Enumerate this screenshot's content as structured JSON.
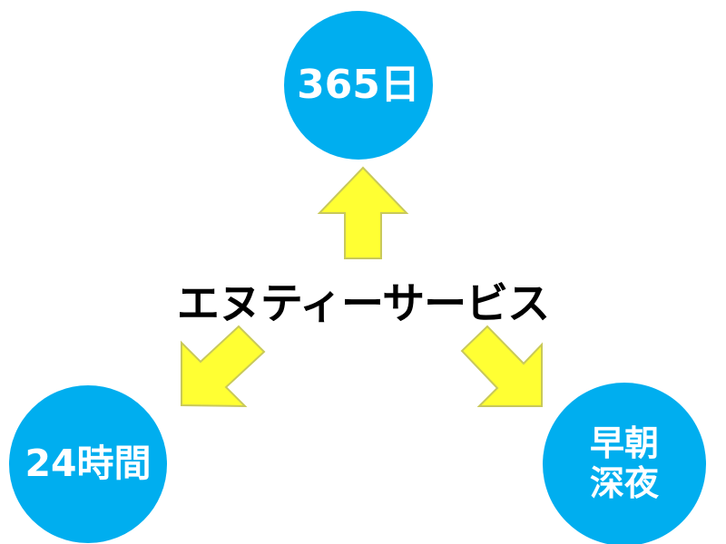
{
  "center_label": "エヌティーサービス",
  "nodes": {
    "top": "365日",
    "left": "24時間",
    "right_line1": "早朝",
    "right_line2": "深夜"
  },
  "colors": {
    "circle": "#00aeef",
    "arrow_fill": "#ffff33",
    "arrow_stroke": "#c9c95a",
    "label": "#000000"
  },
  "arrow_directions": [
    "up",
    "down-left",
    "down-right"
  ]
}
